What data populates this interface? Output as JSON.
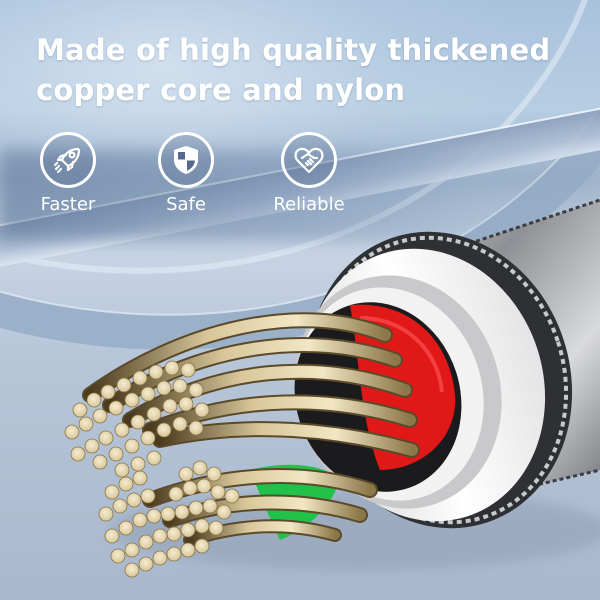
{
  "headline": {
    "line1": "Made of high quality thickened",
    "line2": "copper core and nylon"
  },
  "features": [
    {
      "label": "Faster",
      "icon": "rocket-icon"
    },
    {
      "label": "Safe",
      "icon": "shield-icon"
    },
    {
      "label": "Reliable",
      "icon": "heart-handshake-icon"
    }
  ],
  "colors": {
    "background": "#b6c5d8",
    "text": "#ffffff",
    "copper": "#e6d8b0",
    "copper_shadow": "#5a4a2a",
    "red_wire": "#e01818",
    "green_wire": "#22c24a",
    "insulation": "#f4f4f4",
    "braid": "#9a9ca0"
  }
}
